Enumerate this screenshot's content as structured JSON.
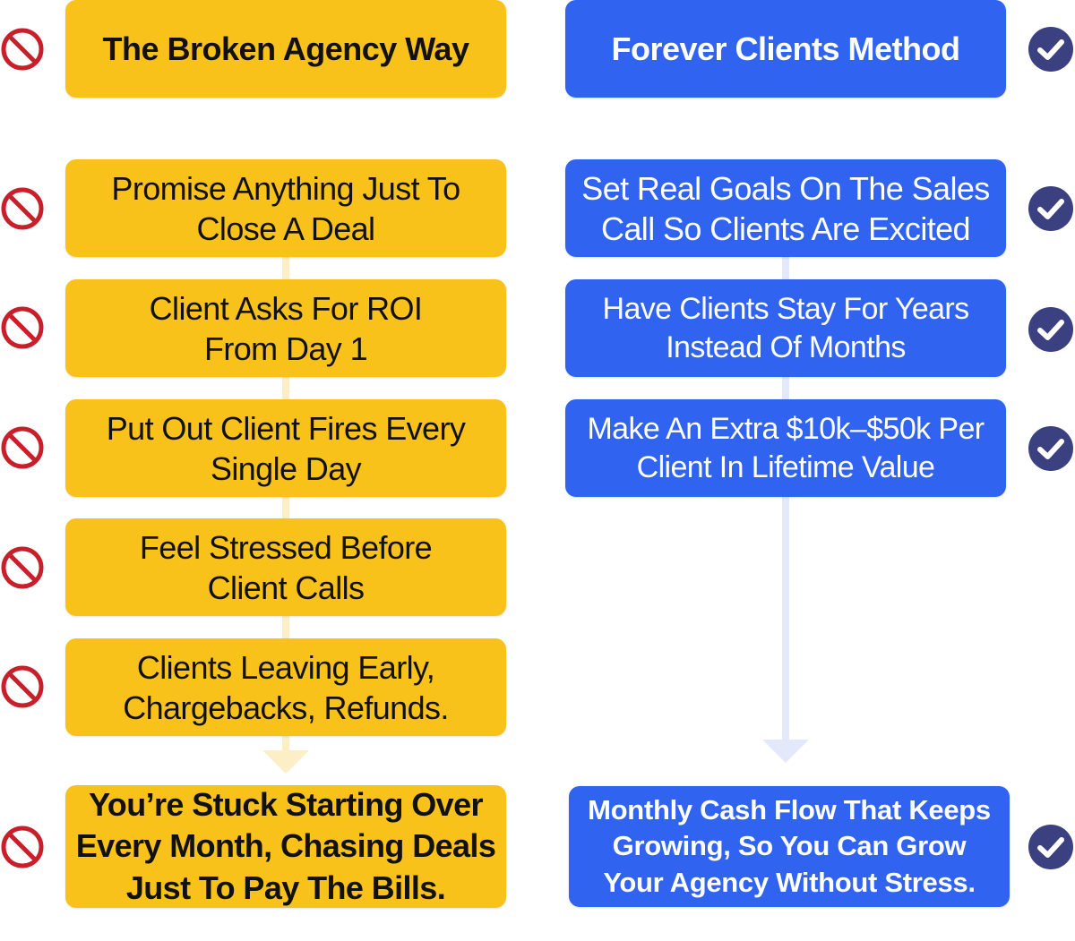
{
  "left_column": {
    "header": "The Broken Agency Way",
    "steps": [
      "Promise Anything Just To\nClose A Deal",
      "Client Asks For ROI\nFrom Day 1",
      "Put Out Client Fires Every\nSingle Day",
      "Feel Stressed Before\nClient Calls",
      "Clients Leaving Early,\nChargebacks, Refunds."
    ],
    "result": "You’re Stuck Starting Over\nEvery Month, Chasing Deals\nJust To Pay The Bills."
  },
  "right_column": {
    "header": "Forever Clients Method",
    "steps": [
      "Set Real Goals On The Sales\nCall So Clients Are Excited",
      "Have Clients Stay For Years\nInstead Of Months",
      "Make An Extra $10k–$50k Per\nClient In Lifetime Value"
    ],
    "result": "Monthly Cash Flow That Keeps\nGrowing, So You Can Grow\nYour Agency Without Stress."
  },
  "icons": {
    "left": "prohibited-icon",
    "right": "check-circle-icon"
  },
  "colors": {
    "yellow": "#f9c21a",
    "blue": "#2f63f0",
    "red": "#c8202a",
    "navy": "#3b4180"
  }
}
